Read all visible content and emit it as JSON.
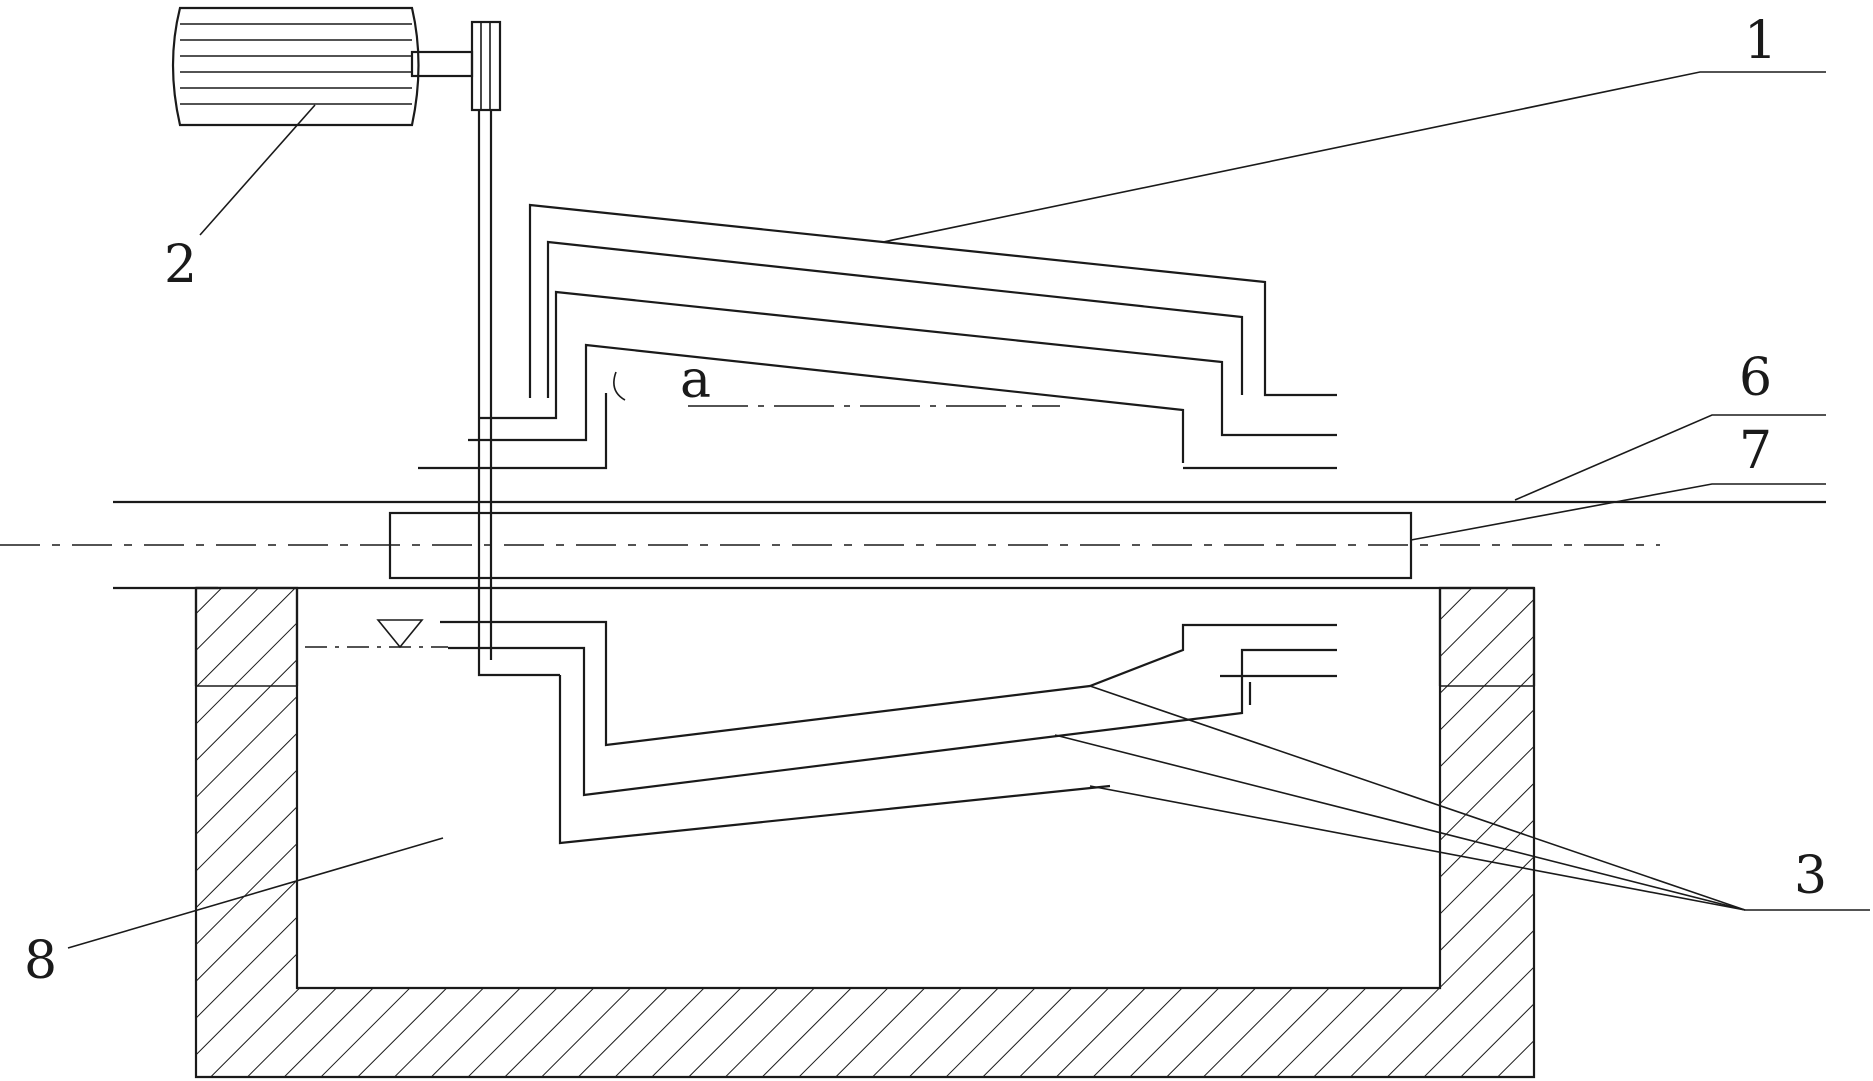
{
  "diagram": {
    "labels": {
      "part1": "1",
      "part2": "2",
      "part3": "3",
      "part6": "6",
      "part7": "7",
      "part8": "8",
      "angle": "a"
    }
  },
  "colors": {
    "line": "#1a1a1a",
    "background": "#ffffff"
  }
}
